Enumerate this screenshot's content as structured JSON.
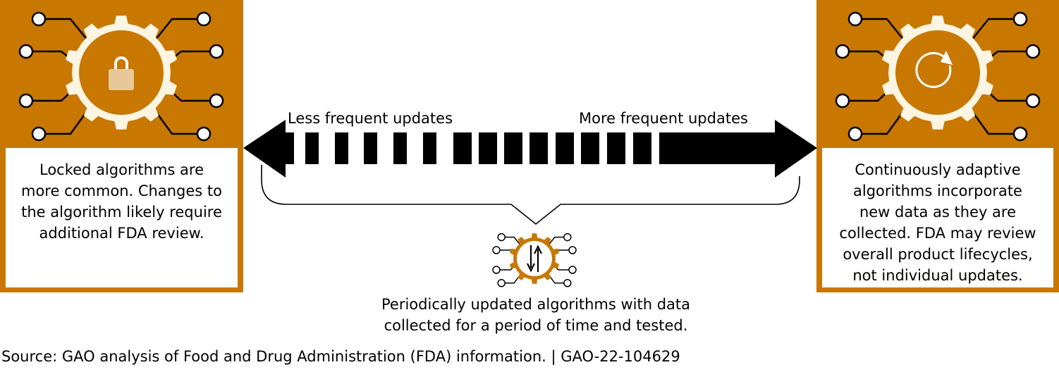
{
  "colors": {
    "accent": "#C87700",
    "gear": "#FDF5E1",
    "lock": "#E8C898"
  },
  "left_panel": {
    "icon": "gear-lock-icon",
    "text": "Locked algorithms are more common. Changes to the algorithm likely require additional FDA review."
  },
  "right_panel": {
    "icon": "gear-refresh-icon",
    "text": "Continuously adaptive algorithms incorporate new data as they are collected. FDA may review overall product lifecycles, not individual updates."
  },
  "spectrum": {
    "left_label": "Less frequent updates",
    "right_label": "More frequent updates"
  },
  "middle": {
    "icon": "gear-up-down-arrows-icon",
    "text_line1": "Periodically updated algorithms with data",
    "text_line2": "collected for a period of time and tested."
  },
  "source": "Source: GAO analysis of Food and Drug Administration (FDA) information.  |  GAO-22-104629"
}
